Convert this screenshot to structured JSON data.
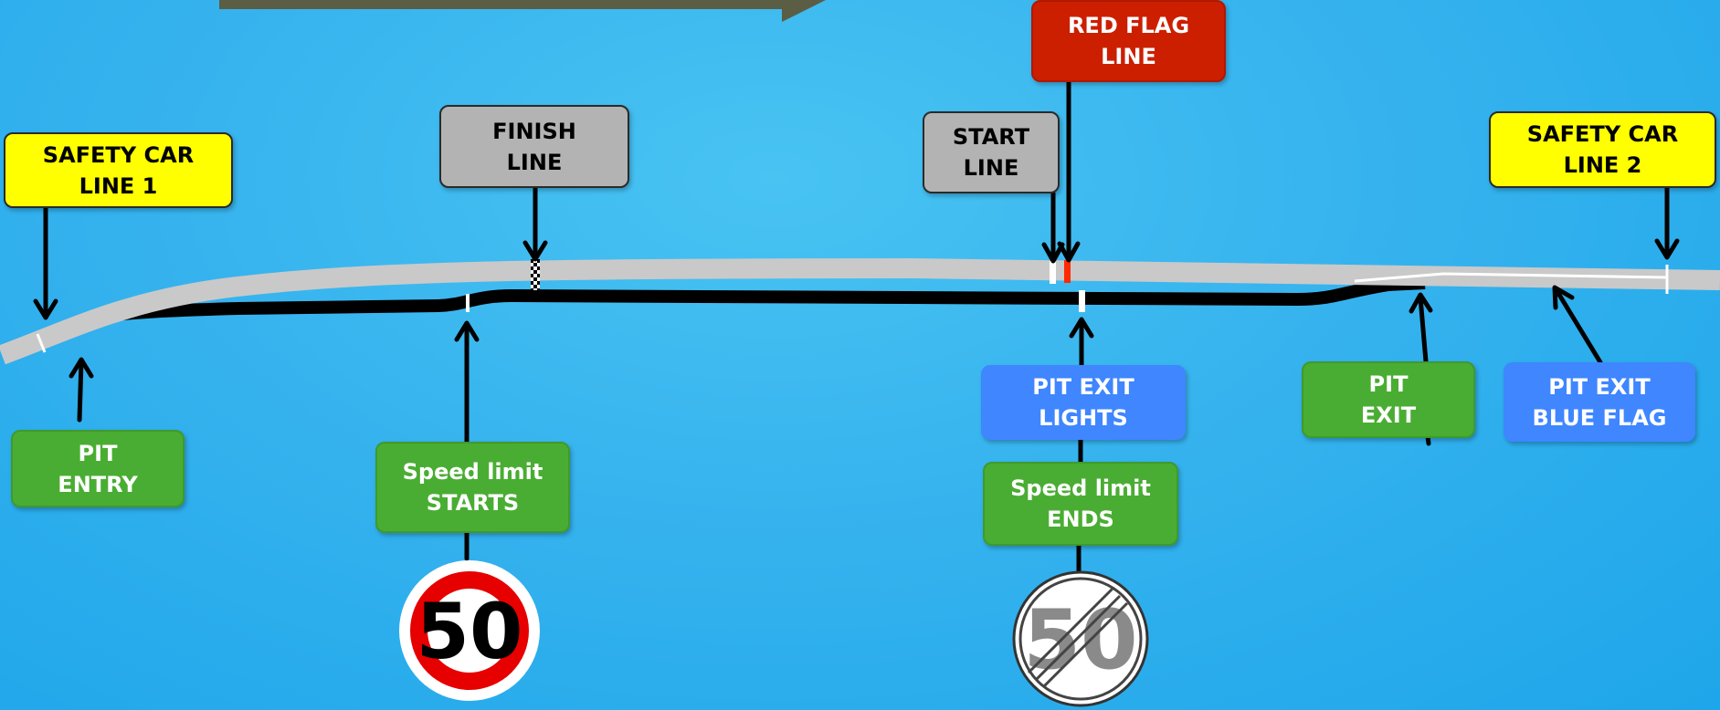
{
  "labels": {
    "safety_car_line_1": "SAFETY CAR\nLINE 1",
    "finish_line": "FINISH\nLINE",
    "start_line": "START\nLINE",
    "red_flag_line": "RED FLAG\nLINE",
    "safety_car_line_2": "SAFETY CAR\nLINE 2",
    "pit_entry": "PIT\nENTRY",
    "speed_limit_starts": "Speed limit\nSTARTS",
    "pit_exit_lights": "PIT EXIT\nLIGHTS",
    "speed_limit_ends": "Speed limit\nENDS",
    "pit_exit": "PIT\nEXIT",
    "pit_exit_blue_flag": "PIT EXIT\nBLUE FLAG"
  },
  "signs": {
    "speed_limit_value": "50",
    "end_speed_limit_value": "50"
  },
  "colors": {
    "track": "#c9c9c9",
    "pit_lane": "#000000",
    "safety_car_box": "#ffff00",
    "line_box": "#b3b3b3",
    "red_flag_box": "#cc1f00",
    "pit_box_green": "#4aad33",
    "pit_box_blue": "#3f86ff",
    "direction_arrow": "#5b5d44"
  }
}
